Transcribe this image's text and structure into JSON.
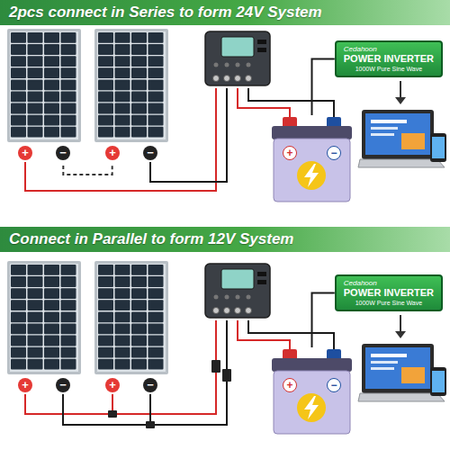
{
  "diagram": {
    "nodes": [
      {
        "text": [
          "2pcs connect in Series to form 24V System"
        ]
      },
      {
        "text": [
          "+",
          "−"
        ]
      },
      {
        "text": [
          "+",
          "−"
        ]
      },
      {
        "text": [
          "Cedahoon",
          "POWER INVERTER",
          "1000W Pure Sine Wave"
        ]
      },
      {
        "text": [
          "+",
          "−"
        ]
      },
      {
        "text": [
          "Connect in Parallel to form 12V System"
        ]
      },
      {
        "text": [
          "+",
          "−"
        ]
      },
      {
        "text": [
          "+",
          "−"
        ]
      },
      {
        "text": [
          "Cedahoon",
          "POWER INVERTER",
          "1000W Pure Sine Wave"
        ]
      },
      {
        "text": [
          "+",
          "−"
        ]
      }
    ],
    "edges": [
      {
        "from": 1,
        "to": 2,
        "arrow": "none"
      },
      {
        "from": 4,
        "to": 3,
        "arrow": "none"
      },
      {
        "from": 9,
        "to": 8,
        "arrow": "none"
      }
    ]
  }
}
